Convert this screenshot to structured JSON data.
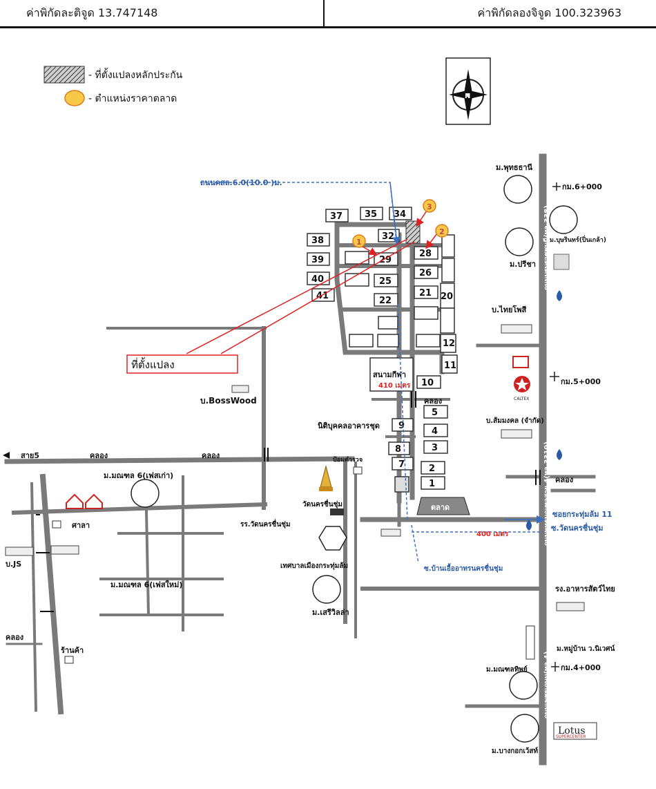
{
  "header": {
    "lat_label": "ค่าพิกัดละติจูด 13.747148",
    "lon_label": "ค่าพิกัดลองจิจูด 100.323963"
  },
  "legend": {
    "plot_label": "- ที่ตั้งแปลงหลักประกัน",
    "market_label": "- ตำแหน่งราคาตลาด"
  },
  "compass": {
    "letter": "N"
  },
  "markers": [
    "1",
    "2",
    "3"
  ],
  "callout": {
    "label": "ที่ตั้งแปลง"
  },
  "lots": [
    "37",
    "35",
    "34",
    "32",
    "38",
    "39",
    "40",
    "41",
    "29",
    "28",
    "26",
    "25",
    "21",
    "20",
    "22",
    "12",
    "11",
    "10",
    "9",
    "5",
    "4",
    "8",
    "3",
    "7",
    "2",
    "1"
  ],
  "labels": {
    "road_width": "ถนนคสล.6.0(10.0 )ม.",
    "stadium": "สนามกีฬา",
    "dist_410": "410 เมตร",
    "canal_1": "คลอง",
    "condo": "นิติบุคคลอาคารชุด",
    "sai5": "สาย5",
    "canal_2": "คลอง",
    "canal_3": "คลอง",
    "canal_right": "คลอง",
    "canal_left": "คลอง",
    "police": "ป้อมตำรวจ",
    "temple": "วัดนครชื่นชุ่ม",
    "school": "รร.วัดนครชื่นชุ่ม",
    "municipality": "เทศบาลเมืองกระทุ่มล้ม",
    "market": "ตลาด",
    "soi_11": "ซอยกระทุ่มล้ม 11",
    "junction": "ซ.วัดนครชื่นชุ่ม",
    "dist_400": "400 เมตร",
    "food_village": "ซ.บ้านเอื้ออาทรนครชื่นชุ่ม",
    "bosswood": "บ.BossWood",
    "mondon6_old": "ม.มณฑล 6(เฟสเก่า)",
    "mondon6_new": "ม.มณฑล 6(เฟสใหม่)",
    "sala": "ศาลา",
    "js": "บ.JS",
    "shop": "ร้านค้า",
    "seriwilla": "ม.เสรีวิลล่า",
    "phutthathani": "ม.พุทธธานี",
    "km6": "กม.6+000",
    "burirom": "ม.บุษรินทร์(ปิ่นเกล้า)",
    "preecha": "ม.ปรีชา",
    "thaiposri": "บ.ไทยโพสี",
    "km5": "กม.5+000",
    "sommongkol": "บ.ส้มมงคล (จำกัด)",
    "road_338": "ถนนบรมราชชนนี(ทล.338)",
    "road_3310": "ถนนพุทธมณฑลสาย 4(ทล.3310)",
    "road_4": "ถนนเพชรเกษม(ทล.4)",
    "animal_feed": "รง.อาหารสัตว์ไทย",
    "village_r": "ม.หมู่บ้าน ว.นิเวศน์",
    "km4": "กม.4+000",
    "mondonthip": "ม.มณฑลทิพย์",
    "bangkokwest": "ม.บางกอกเว้สท์",
    "lotus": "Lotus",
    "lotus_sub": "SUPERCENTER",
    "caltex": "CALTEX"
  },
  "colors": {
    "road": "#7a7a7a",
    "blue_line": "#3a6fc4",
    "red_line": "#dd2222",
    "marker_fill": "#f7c948",
    "marker_stroke": "#e07a1a"
  }
}
